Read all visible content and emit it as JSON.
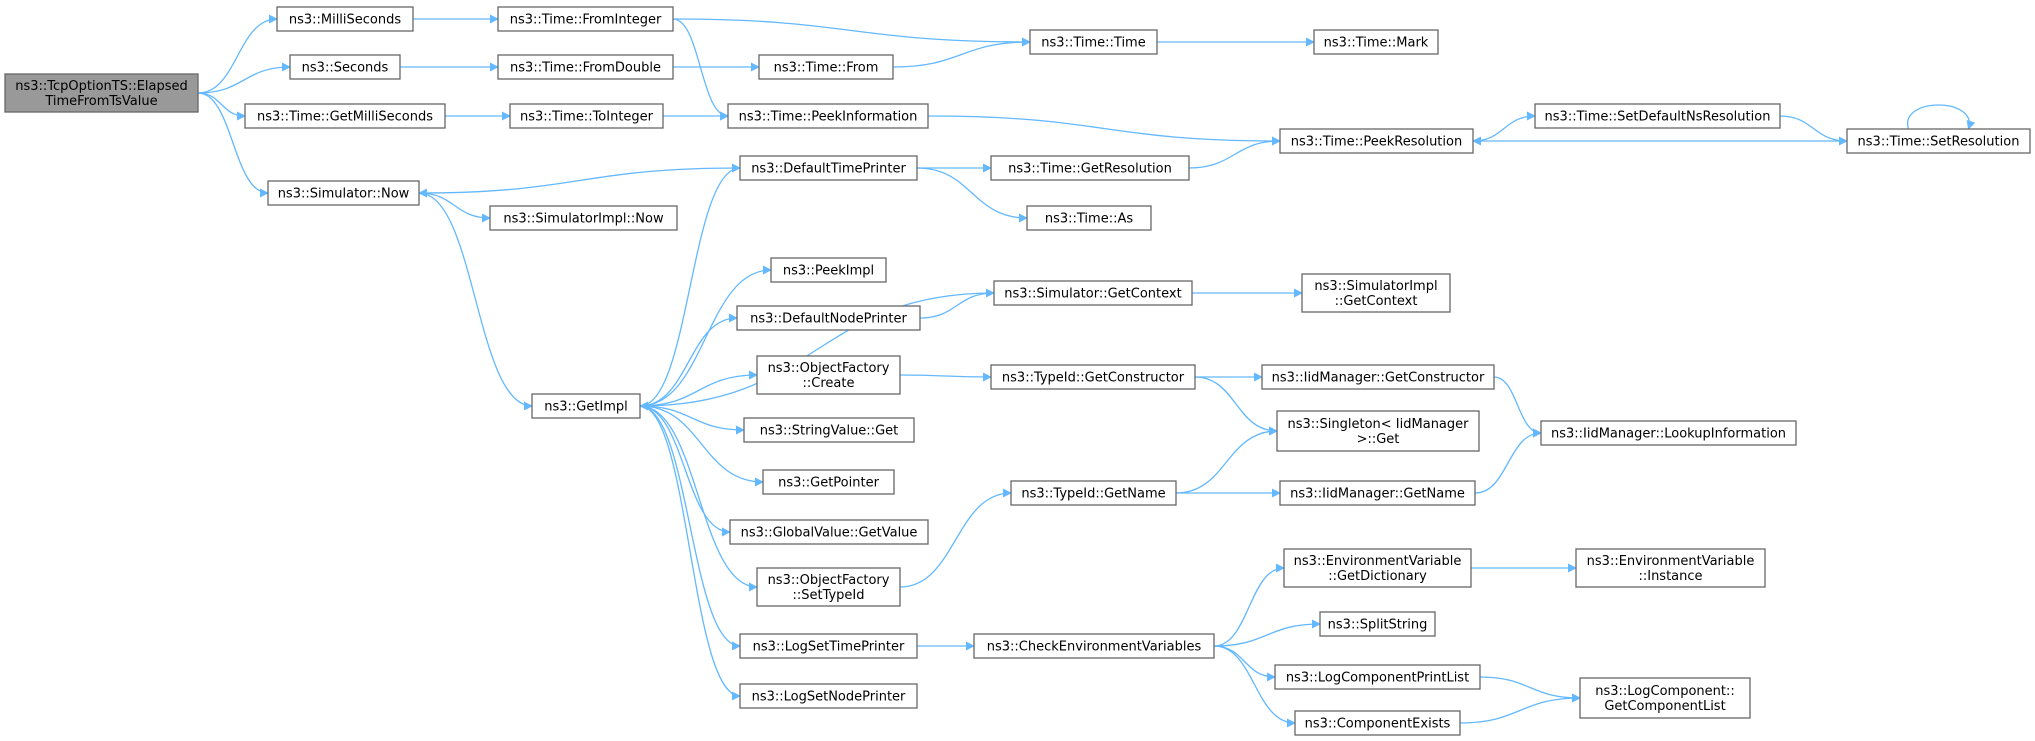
{
  "colors": {
    "edge": "#63b8ff",
    "border": "#666666",
    "node_fill": "#ffffff",
    "root_fill": "#999999",
    "text": "#000000"
  },
  "nodes": [
    {
      "id": "root",
      "lines": [
        "ns3::TcpOptionTS::Elapsed",
        "TimeFromTsValue"
      ],
      "root": true
    },
    {
      "id": "ms",
      "lines": [
        "ns3::MilliSeconds"
      ]
    },
    {
      "id": "sec",
      "lines": [
        "ns3::Seconds"
      ]
    },
    {
      "id": "getms",
      "lines": [
        "ns3::Time::GetMilliSeconds"
      ]
    },
    {
      "id": "snow",
      "lines": [
        "ns3::Simulator::Now"
      ]
    },
    {
      "id": "fromint",
      "lines": [
        "ns3::Time::FromInteger"
      ]
    },
    {
      "id": "fromdbl",
      "lines": [
        "ns3::Time::FromDouble"
      ]
    },
    {
      "id": "toint",
      "lines": [
        "ns3::Time::ToInteger"
      ]
    },
    {
      "id": "simplnow",
      "lines": [
        "ns3::SimulatorImpl::Now"
      ]
    },
    {
      "id": "getimpl",
      "lines": [
        "ns3::GetImpl"
      ]
    },
    {
      "id": "from",
      "lines": [
        "ns3::Time::From"
      ]
    },
    {
      "id": "peekinfo",
      "lines": [
        "ns3::Time::PeekInformation"
      ]
    },
    {
      "id": "dtp",
      "lines": [
        "ns3::DefaultTimePrinter"
      ]
    },
    {
      "id": "peekimpl",
      "lines": [
        "ns3::PeekImpl"
      ]
    },
    {
      "id": "dnp",
      "lines": [
        "ns3::DefaultNodePrinter"
      ]
    },
    {
      "id": "ofcreate",
      "lines": [
        "ns3::ObjectFactory",
        "::Create"
      ]
    },
    {
      "id": "svget",
      "lines": [
        "ns3::StringValue::Get"
      ]
    },
    {
      "id": "getptr",
      "lines": [
        "ns3::GetPointer"
      ]
    },
    {
      "id": "gvget",
      "lines": [
        "ns3::GlobalValue::GetValue"
      ]
    },
    {
      "id": "ofset",
      "lines": [
        "ns3::ObjectFactory",
        "::SetTypeId"
      ]
    },
    {
      "id": "lstp",
      "lines": [
        "ns3::LogSetTimePrinter"
      ]
    },
    {
      "id": "lsnp",
      "lines": [
        "ns3::LogSetNodePrinter"
      ]
    },
    {
      "id": "time",
      "lines": [
        "ns3::Time::Time"
      ]
    },
    {
      "id": "getres",
      "lines": [
        "ns3::Time::GetResolution"
      ]
    },
    {
      "id": "as",
      "lines": [
        "ns3::Time::As"
      ]
    },
    {
      "id": "getctx",
      "lines": [
        "ns3::Simulator::GetContext"
      ]
    },
    {
      "id": "tidctor",
      "lines": [
        "ns3::TypeId::GetConstructor"
      ]
    },
    {
      "id": "tidname",
      "lines": [
        "ns3::TypeId::GetName"
      ]
    },
    {
      "id": "cev",
      "lines": [
        "ns3::CheckEnvironmentVariables"
      ]
    },
    {
      "id": "mark",
      "lines": [
        "ns3::Time::Mark"
      ]
    },
    {
      "id": "peekres",
      "lines": [
        "ns3::Time::PeekResolution"
      ]
    },
    {
      "id": "simplctx",
      "lines": [
        "ns3::SimulatorImpl",
        "::GetContext"
      ]
    },
    {
      "id": "iidctor",
      "lines": [
        "ns3::IidManager::GetConstructor"
      ]
    },
    {
      "id": "singleton",
      "lines": [
        "ns3::Singleton< IidManager",
        " >::Get"
      ]
    },
    {
      "id": "iidname",
      "lines": [
        "ns3::IidManager::GetName"
      ]
    },
    {
      "id": "envdict",
      "lines": [
        "ns3::EnvironmentVariable",
        "::GetDictionary"
      ]
    },
    {
      "id": "split",
      "lines": [
        "ns3::SplitString"
      ]
    },
    {
      "id": "lcpl",
      "lines": [
        "ns3::LogComponentPrintList"
      ]
    },
    {
      "id": "compex",
      "lines": [
        "ns3::ComponentExists"
      ]
    },
    {
      "id": "setdefns",
      "lines": [
        "ns3::Time::SetDefaultNsResolution"
      ]
    },
    {
      "id": "lookup",
      "lines": [
        "ns3::IidManager::LookupInformation"
      ]
    },
    {
      "id": "envinst",
      "lines": [
        "ns3::EnvironmentVariable",
        "::Instance"
      ]
    },
    {
      "id": "lcgcl",
      "lines": [
        "ns3::LogComponent::",
        "GetComponentList"
      ]
    },
    {
      "id": "setres",
      "lines": [
        "ns3::Time::SetResolution"
      ]
    }
  ],
  "edges": [
    [
      "root",
      "ms"
    ],
    [
      "root",
      "sec"
    ],
    [
      "root",
      "getms"
    ],
    [
      "root",
      "snow"
    ],
    [
      "ms",
      "fromint"
    ],
    [
      "sec",
      "fromdbl"
    ],
    [
      "getms",
      "toint"
    ],
    [
      "fromint",
      "time"
    ],
    [
      "fromint",
      "peekinfo"
    ],
    [
      "fromdbl",
      "from"
    ],
    [
      "from",
      "time"
    ],
    [
      "time",
      "mark"
    ],
    [
      "toint",
      "peekinfo"
    ],
    [
      "peekinfo",
      "peekres"
    ],
    [
      "peekres",
      "setdefns"
    ],
    [
      "setdefns",
      "setres"
    ],
    [
      "setres",
      "setres"
    ],
    [
      "setres",
      "peekres"
    ],
    [
      "snow",
      "simplnow"
    ],
    [
      "snow",
      "getimpl"
    ],
    [
      "dtp",
      "snow"
    ],
    [
      "dtp",
      "getres"
    ],
    [
      "dtp",
      "as"
    ],
    [
      "getres",
      "peekres"
    ],
    [
      "getimpl",
      "dtp"
    ],
    [
      "getimpl",
      "peekimpl"
    ],
    [
      "getimpl",
      "dnp"
    ],
    [
      "getimpl",
      "ofcreate"
    ],
    [
      "getimpl",
      "svget"
    ],
    [
      "getimpl",
      "getptr"
    ],
    [
      "getimpl",
      "gvget"
    ],
    [
      "getimpl",
      "ofset"
    ],
    [
      "getimpl",
      "lstp"
    ],
    [
      "getimpl",
      "lsnp"
    ],
    [
      "getctx",
      "getimpl"
    ],
    [
      "dnp",
      "getctx"
    ],
    [
      "getctx",
      "simplctx"
    ],
    [
      "ofcreate",
      "tidctor"
    ],
    [
      "tidctor",
      "iidctor"
    ],
    [
      "tidctor",
      "singleton"
    ],
    [
      "iidctor",
      "lookup"
    ],
    [
      "ofset",
      "tidname"
    ],
    [
      "tidname",
      "singleton"
    ],
    [
      "tidname",
      "iidname"
    ],
    [
      "iidname",
      "lookup"
    ],
    [
      "lstp",
      "cev"
    ],
    [
      "cev",
      "envdict"
    ],
    [
      "cev",
      "split"
    ],
    [
      "cev",
      "lcpl"
    ],
    [
      "cev",
      "compex"
    ],
    [
      "envdict",
      "envinst"
    ],
    [
      "lcpl",
      "lcgcl"
    ],
    [
      "compex",
      "lcgcl"
    ]
  ]
}
